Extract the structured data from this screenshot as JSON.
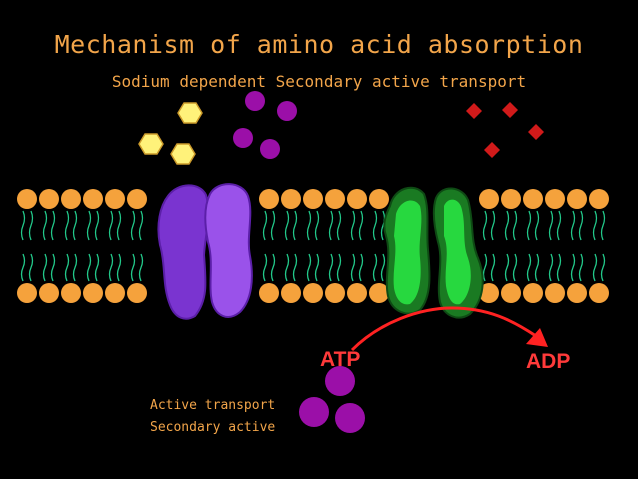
{
  "title": "Mechanism of amino acid absorption",
  "subtitle": "Sodium dependent Secondary active transport",
  "labels": {
    "atp": "ATP",
    "adp": "ADP",
    "note_line1": "Active transport",
    "note_line2": "Secondary active"
  },
  "colors": {
    "background": "#000000",
    "title": "#f2a54a",
    "lipid_head": "#f5a23c",
    "lipid_tail": "#22c98a",
    "carrier_purple": "#8a3fe0",
    "carrier_green": "#1fd640",
    "sodium_ion": "#9b0fa8",
    "amino_acid_hexagon": "#fff27a",
    "diamond": "#d11a1a",
    "atp_arrow": "#ff2222",
    "label_red": "#ff3a3a"
  }
}
